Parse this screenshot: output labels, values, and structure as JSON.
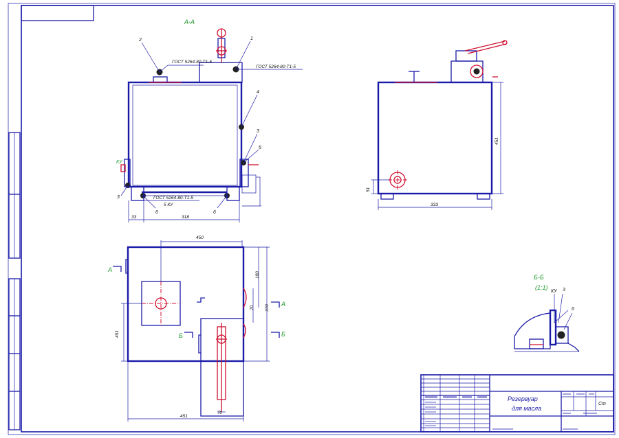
{
  "sheet": {
    "title_line1": "Резервуар",
    "title_line2": "для масла"
  },
  "view_a": {
    "label": "А-А",
    "weld_top_left": "ГОСТ 5264-80-Т1-5",
    "weld_top_right": "ГОСТ 5264-80-Т1-5",
    "weld_bottom": "ГОСТ 5264-80-Т1-5",
    "weld_bottom_sub": "5 КУ",
    "ku_mark": "КУ",
    "pos_top": "1",
    "pos_left": "2",
    "pos_right_1": "4",
    "pos_right_2": "3",
    "pos_right_3": "5",
    "pos_bottom_left": "3",
    "pos_bottom_mid": "6",
    "pos_bottom_right": "6",
    "dim_bottom_left": "33",
    "dim_bottom_main": "318"
  },
  "view_side": {
    "dim_width": "333",
    "dim_height": "451",
    "dim_small": "51"
  },
  "view_plan": {
    "dim_top": "450",
    "dim_right_1": "370",
    "dim_right_2": "180",
    "dim_right_3": "70",
    "dim_left": "451",
    "dim_bottom": "451",
    "dim_rod": "70",
    "marker_a_left": "А",
    "marker_a_right": "А",
    "marker_b_left": "Б",
    "marker_b_right": "Б"
  },
  "view_b": {
    "label": "Б-Б",
    "scale": "(1:1)",
    "ku_mark": "КУ",
    "pos_1": "3",
    "pos_2": "6"
  },
  "title_block": {
    "sheet_ref": "Ст"
  }
}
